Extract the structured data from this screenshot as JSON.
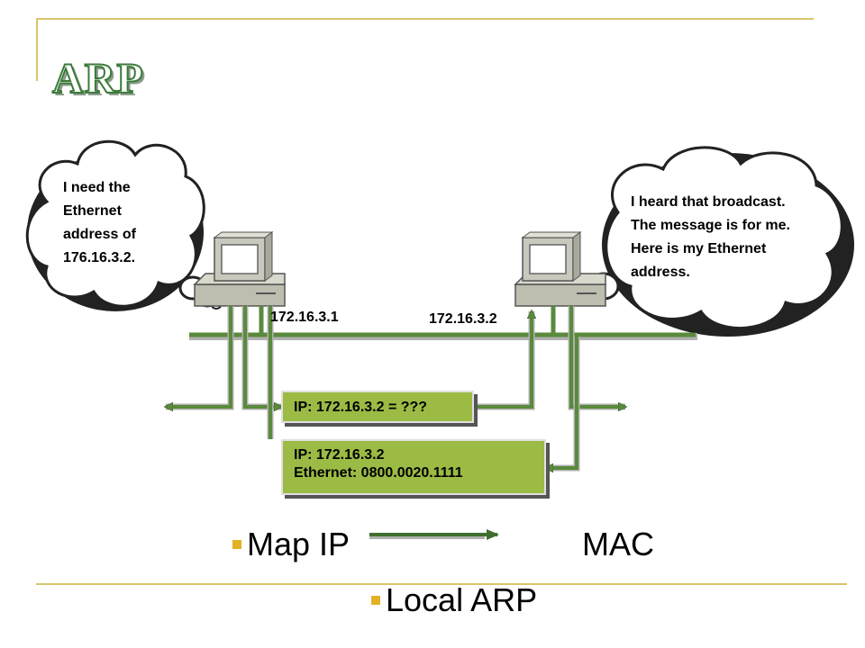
{
  "slide": {
    "title": "ARP"
  },
  "clouds": {
    "left_lines": [
      "I need the",
      "Ethernet",
      "address of",
      "176.16.3.2."
    ],
    "right_lines": [
      "I heard that broadcast.",
      "The message is for me.",
      "Here is my Ethernet",
      "address."
    ]
  },
  "hosts": {
    "left_ip": "172.16.3.1",
    "right_ip": "172.16.3.2"
  },
  "packets": {
    "request": "IP: 172.16.3.2 = ???",
    "reply_line1": "IP: 172.16.3.2",
    "reply_line2": "Ethernet: 0800.0020.1111"
  },
  "bullets": {
    "map_ip": "Map IP",
    "mac": "MAC",
    "local_arp": "Local ARP"
  },
  "colors": {
    "accent_gold": "#d8c46a",
    "bullet": "#e2b224",
    "network_green": "#5a8a3c",
    "packet_fill": "#9bbb45"
  }
}
